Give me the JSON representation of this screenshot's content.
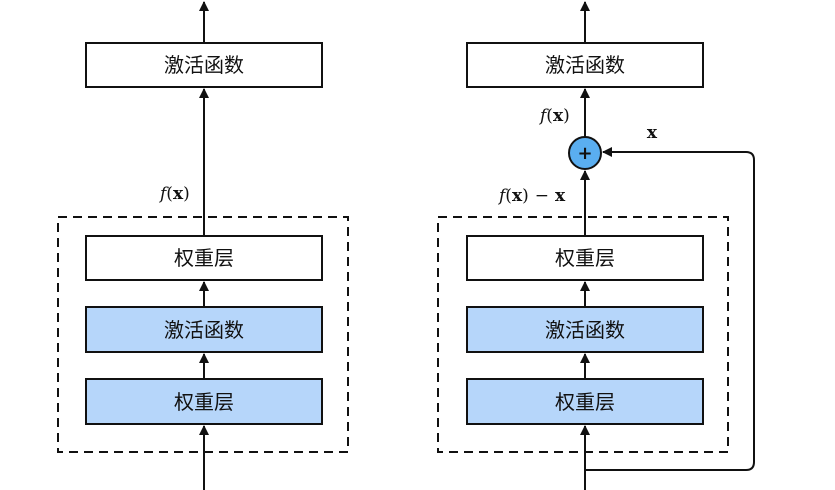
{
  "colors": {
    "stroke": "#111111",
    "box_plain": "#ffffff",
    "box_shaded": "#b6d6fa",
    "adder": "#5aaef0"
  },
  "left_block": {
    "activation_top": "激活函数",
    "weight_layer_top": "权重层",
    "activation_mid": "激活函数",
    "weight_layer_bottom": "权重层",
    "output_label_fn": "f",
    "output_label_arg": "x"
  },
  "right_block": {
    "activation_top": "激活函数",
    "weight_layer_top": "权重层",
    "activation_mid": "激活函数",
    "weight_layer_bottom": "权重层",
    "sum_label_fn": "f",
    "sum_label_arg": "x",
    "residual_label_fn": "f",
    "residual_label_arg": "x",
    "residual_label_minus": "−",
    "residual_label_x": "x",
    "skip_label": "x",
    "adder_symbol": "+"
  }
}
